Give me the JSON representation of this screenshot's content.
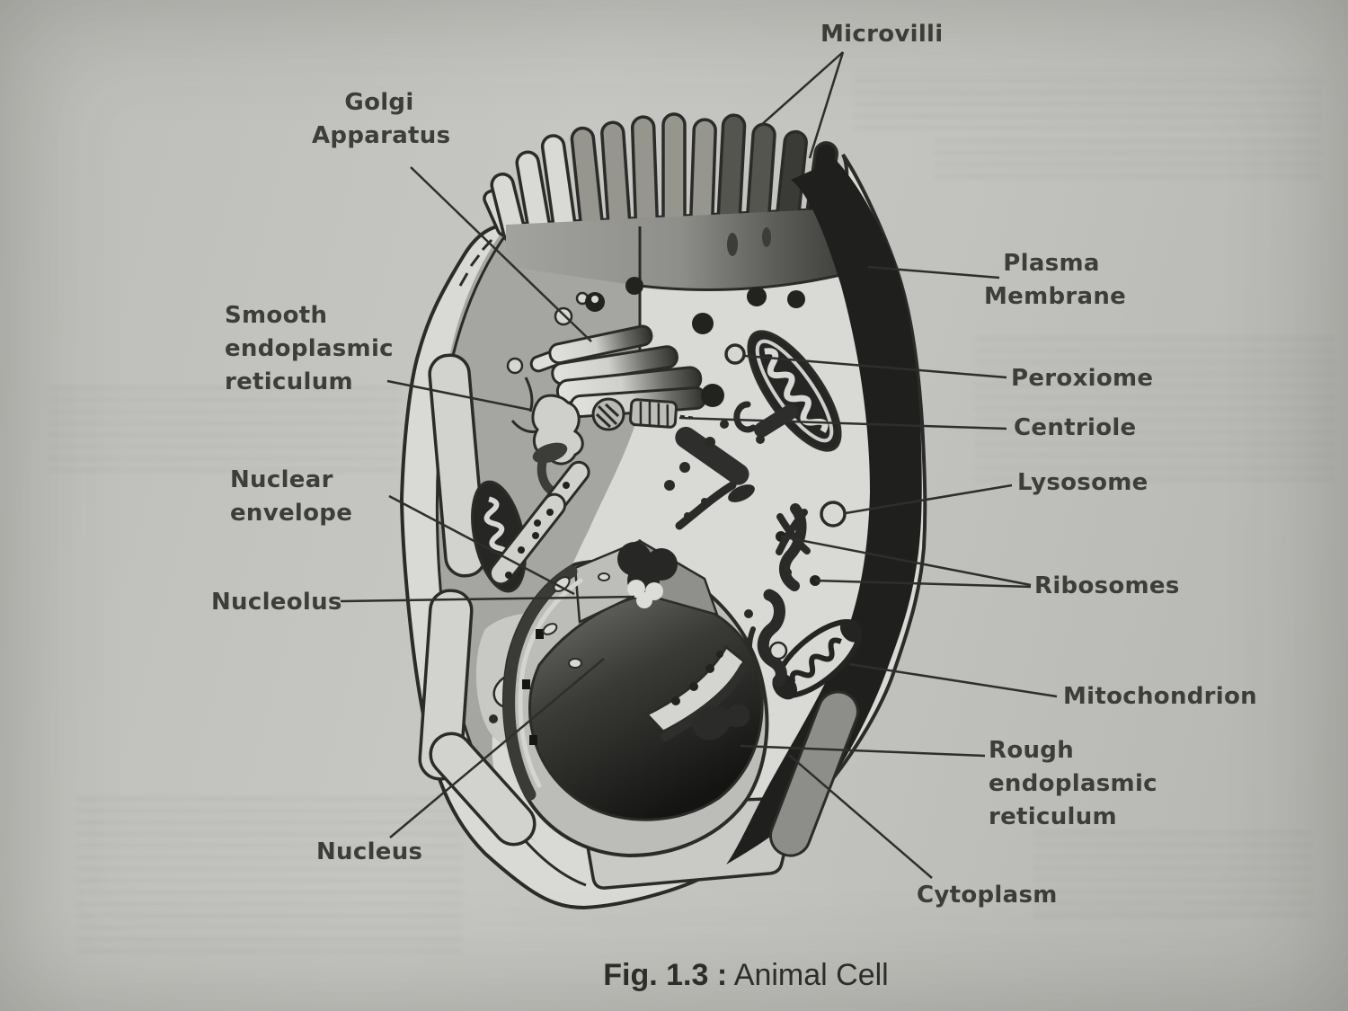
{
  "page": {
    "paper_color": "#c2c2be",
    "ink_color": "#2b2b28",
    "membrane_color": "#1f1f1d",
    "cytosection_gray": "#a5a5a1"
  },
  "figure": {
    "caption_prefix": "Fig. 1.3 :",
    "caption_title": "Animal Cell"
  },
  "labels": {
    "microvilli": "Microvilli",
    "golgi_apparatus": [
      "Golgi",
      "Apparatus"
    ],
    "smooth_er": [
      "Smooth",
      "endoplasmic",
      "reticulum"
    ],
    "nuclear_envelope": [
      "Nuclear",
      "envelope"
    ],
    "nucleolus": "Nucleolus",
    "nucleus": "Nucleus",
    "plasma_membrane": [
      "Plasma",
      "Membrane"
    ],
    "peroxiome": "Peroxiome",
    "centriole": "Centriole",
    "lysosome": "Lysosome",
    "ribosomes": "Ribosomes",
    "mitochondrion": "Mitochondrion",
    "rough_er": [
      "Rough",
      "endoplasmic",
      "reticulum"
    ],
    "cytoplasm": "Cytoplasm"
  }
}
